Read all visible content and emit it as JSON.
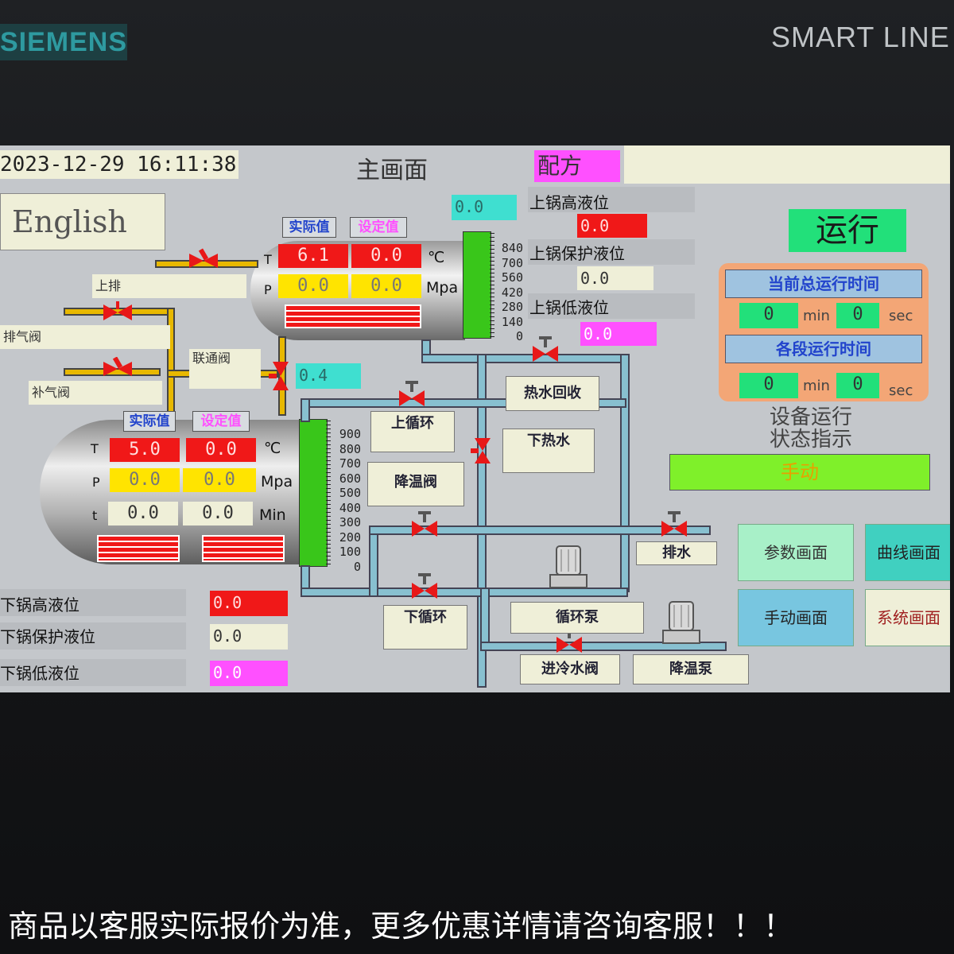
{
  "brand": {
    "left": "SIEMENS",
    "right": "SMART LINE"
  },
  "header": {
    "datetime": "2023-12-29 16:11:38",
    "title": "主画面",
    "recipe_button": "配方"
  },
  "english_button": "English",
  "upper_boiler": {
    "tag_actual": "实际值",
    "tag_set": "设定值",
    "row_T": {
      "label": "T",
      "actual": "6.1",
      "set": "0.0",
      "unit": "℃"
    },
    "row_P": {
      "label": "P",
      "actual": "0.0",
      "set": "0.0",
      "unit": "Mpa"
    },
    "scale": [
      "840",
      "700",
      "560",
      "420",
      "280",
      "140",
      "0"
    ],
    "top_value": "0.0",
    "level_high_label": "上锅高液位",
    "level_high_value": "0.0",
    "level_protect_label": "上锅保护液位",
    "level_protect_value": "0.0",
    "level_low_label": "上锅低液位",
    "level_low_value": "0.0"
  },
  "left_valves": {
    "upper_exhaust": "上排",
    "exhaust_valve": "排气阀",
    "link_valve": "联通阀",
    "supply_valve": "补气阀",
    "link_value": "0.4"
  },
  "lower_boiler": {
    "tag_actual": "实际值",
    "tag_set": "设定值",
    "row_T": {
      "label": "T",
      "actual": "5.0",
      "set": "0.0",
      "unit": "℃"
    },
    "row_P": {
      "label": "P",
      "actual": "0.0",
      "set": "0.0",
      "unit": "Mpa"
    },
    "row_t": {
      "label": "t",
      "actual": "0.0",
      "set": "0.0",
      "unit": "Min"
    },
    "scale": [
      "900",
      "800",
      "700",
      "600",
      "500",
      "400",
      "300",
      "200",
      "100",
      "0"
    ],
    "level_high_label": "下锅高液位",
    "level_high_value": "0.0",
    "level_protect_label": "下锅保护液位",
    "level_protect_value": "0.0",
    "level_low_label": "下锅低液位",
    "level_low_value": "0.0"
  },
  "process": {
    "upper_circ": "上循环",
    "cooling_valve": "降温阀",
    "hot_recovery": "热水回收",
    "lower_hot": "下热水",
    "drain": "排水",
    "lower_circ": "下循环",
    "circ_pump": "循环泵",
    "cold_inlet": "进冷水阀",
    "cooling_pump": "降温泵"
  },
  "status": {
    "run": "运行",
    "total_time_label": "当前总运行时间",
    "total_min": "0",
    "min_unit": "min",
    "total_sec": "0",
    "sec_unit": "sec",
    "stage_time_label": "各段运行时间",
    "stage_min": "0",
    "stage_sec": "0",
    "indicator_label_1": "设备运行",
    "indicator_label_2": "状态指示",
    "mode": "手动"
  },
  "nav": {
    "param": "参数画面",
    "curve": "曲线画面",
    "manual": "手动画面",
    "system": "系统画面"
  },
  "footer_text": "商品以客服实际报价为准，更多优惠详情请咨询客服！！！",
  "colors": {
    "red": "#f01818",
    "yellow": "#ffe400",
    "magenta": "#ff50ff",
    "cyan": "#3fdfd0",
    "green_bar": "#39c61a",
    "run_green": "#22e07a",
    "mode_green": "#7ff02a"
  }
}
